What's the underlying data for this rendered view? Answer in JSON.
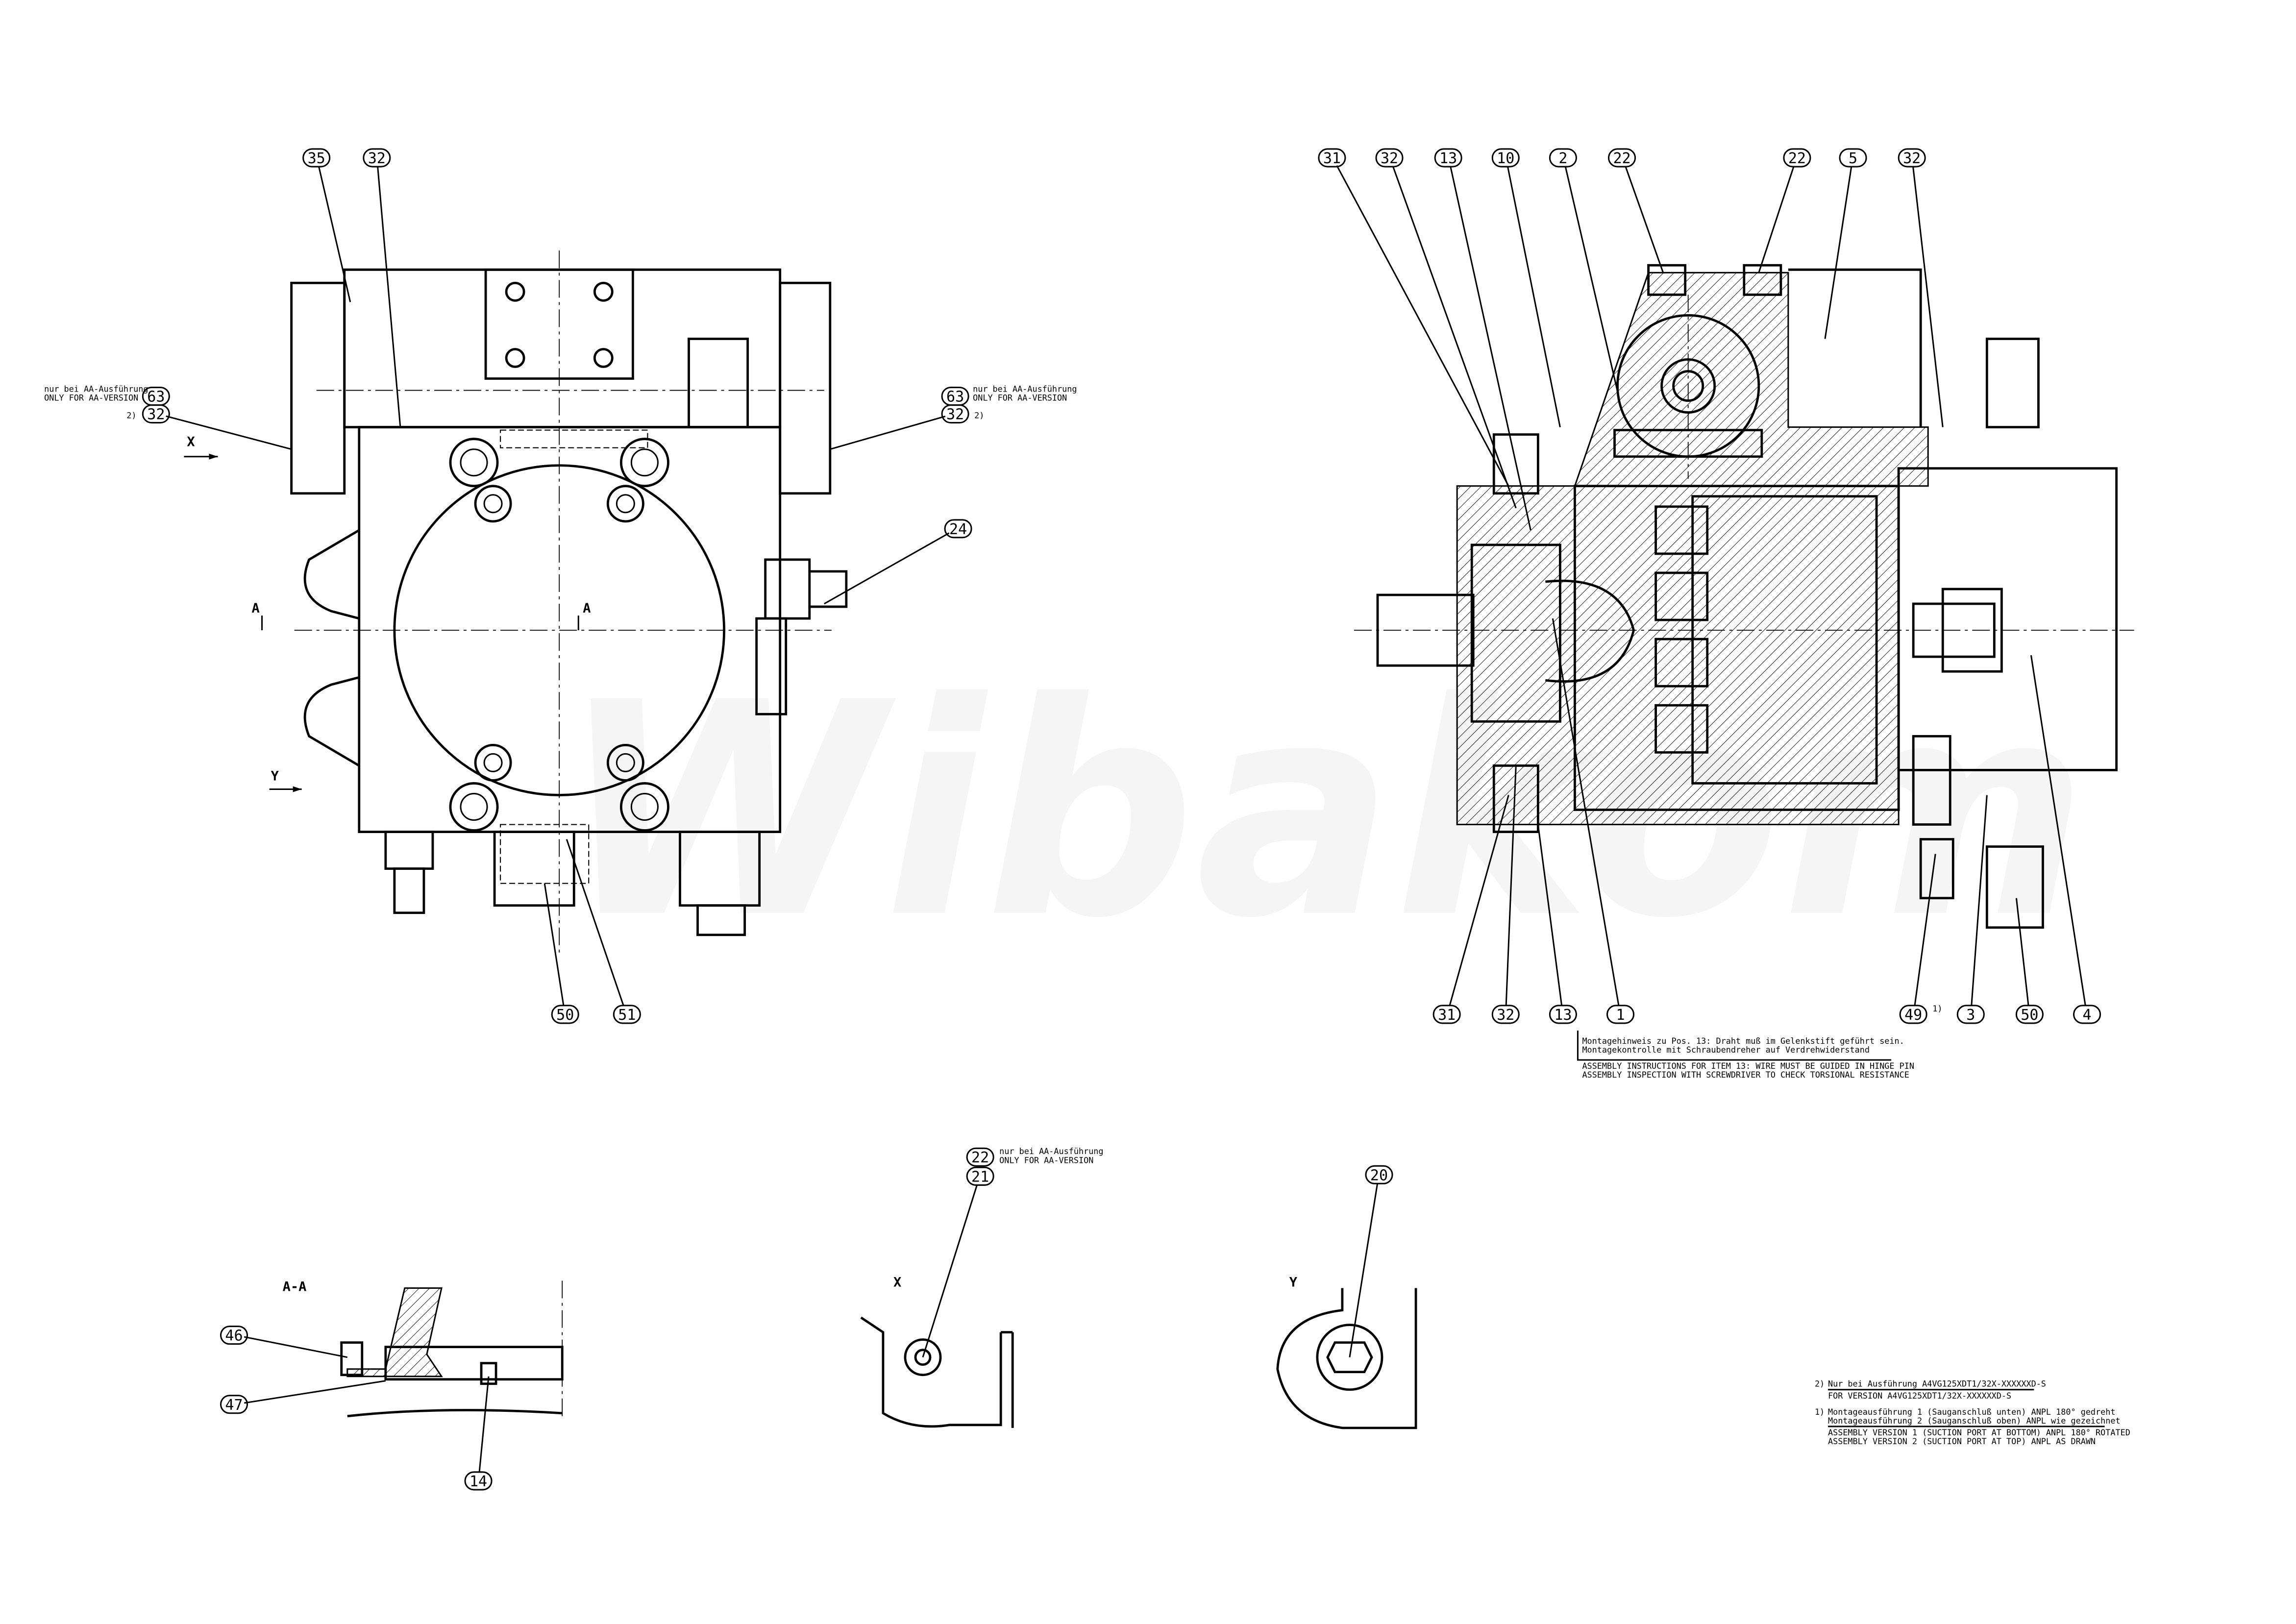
{
  "watermark": "Wibakom",
  "left_view": {
    "note_de": "nur bei AA-Ausführung",
    "note_en": "ONLY FOR AA-VERSION",
    "footnote_ref": "2)",
    "view_x": "X",
    "view_y": "Y",
    "section_a": "A",
    "balloons": [
      "35",
      "32",
      "63",
      "32",
      "63",
      "32",
      "24",
      "50",
      "51"
    ]
  },
  "right_view": {
    "balloons_top": [
      "31",
      "32",
      "13",
      "10",
      "2",
      "22",
      "22",
      "5",
      "32"
    ],
    "balloons_bottom": [
      "31",
      "32",
      "13",
      "1",
      "49",
      "3",
      "50",
      "4"
    ],
    "footnote_ref": "1)",
    "assembly_note": {
      "de_1": "Montagehinweis zu Pos. 13: Draht muß im Gelenkstift geführt sein.",
      "de_2": "Montagekontrolle mit Schraubendreher auf Verdrehwiderstand",
      "en_1": "ASSEMBLY INSTRUCTIONS FOR ITEM 13: WIRE MUST BE GUIDED IN HINGE PIN",
      "en_2": "ASSEMBLY INSPECTION WITH SCREWDRIVER TO CHECK TORSIONAL RESISTANCE"
    }
  },
  "section_aa": {
    "title": "A-A",
    "balloons": [
      "46",
      "47",
      "14"
    ]
  },
  "detail_x": {
    "title": "X",
    "note_de": "nur bei AA-Ausführung",
    "note_en": "ONLY FOR AA-VERSION",
    "balloons": [
      "22",
      "21"
    ]
  },
  "detail_y": {
    "title": "Y",
    "balloons": [
      "20"
    ]
  },
  "footnotes": {
    "n2_label": "2)",
    "n2_de": "Nur bei Ausführung A4VG125XDT1/32X-XXXXXXD-S",
    "n2_en": "FOR VERSION A4VG125XDT1/32X-XXXXXXD-S",
    "n1_label": "1)",
    "n1_de_1": "Montageausführung 1 (Sauganschluß unten) ANPL 180° gedreht",
    "n1_de_2": "Montageausführung 2 (Sauganschluß oben) ANPL wie gezeichnet",
    "n1_en_1": "ASSEMBLY VERSION 1 (SUCTION PORT AT BOTTOM) ANPL 180° ROTATED",
    "n1_en_2": "ASSEMBLY VERSION 2 (SUCTION PORT AT TOP) ANPL AS DRAWN"
  }
}
